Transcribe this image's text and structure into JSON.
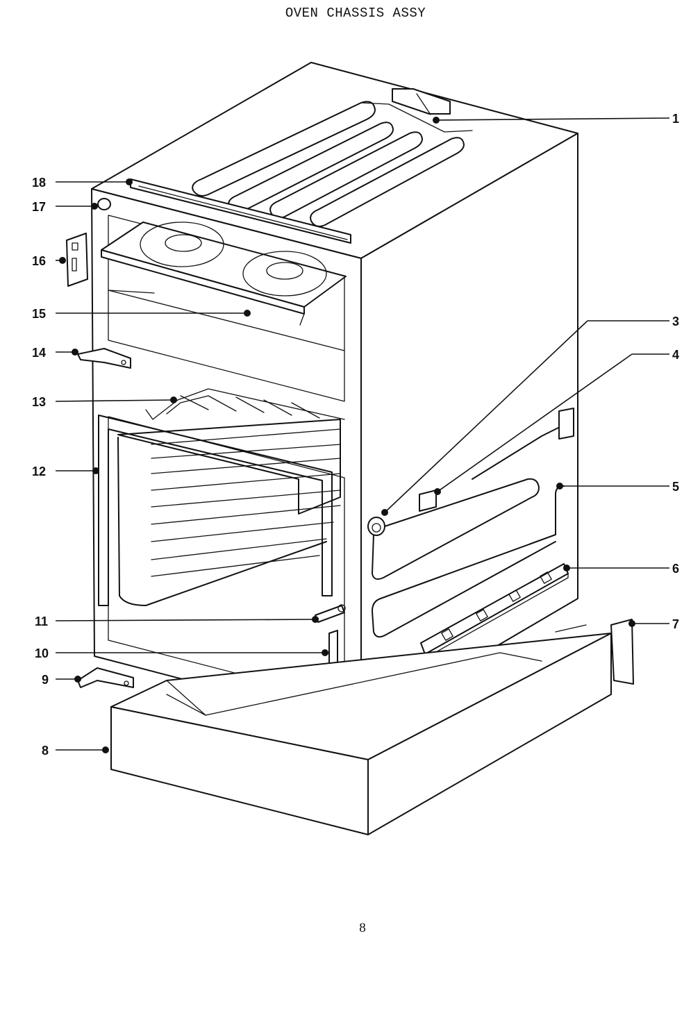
{
  "title": "OVEN CHASSIS ASSY",
  "page_number": "8",
  "callouts": [
    {
      "label": "1"
    },
    {
      "label": "3"
    },
    {
      "label": "4"
    },
    {
      "label": "5"
    },
    {
      "label": "6"
    },
    {
      "label": "7"
    },
    {
      "label": "8"
    },
    {
      "label": "9"
    },
    {
      "label": "10"
    },
    {
      "label": "11"
    },
    {
      "label": "12"
    },
    {
      "label": "13"
    },
    {
      "label": "14"
    },
    {
      "label": "15"
    },
    {
      "label": "16"
    },
    {
      "label": "17"
    },
    {
      "label": "18"
    }
  ]
}
